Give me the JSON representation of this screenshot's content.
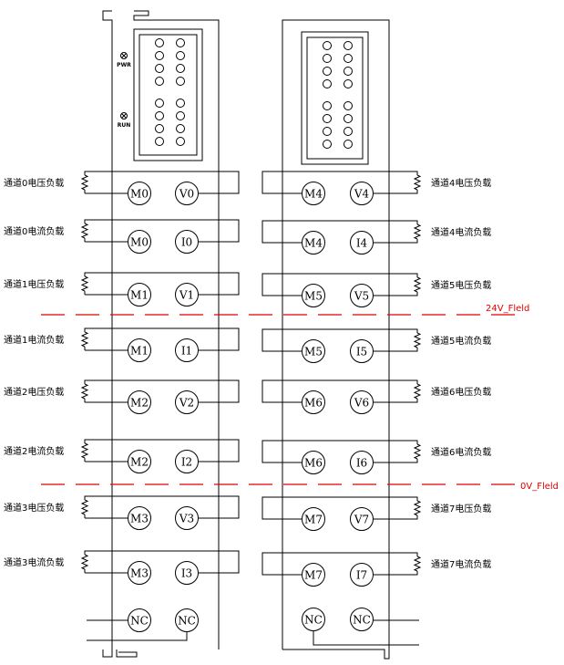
{
  "modules": {
    "left": {
      "indicators": [
        "PWR",
        "RUN"
      ],
      "rows": [
        {
          "label": "通道0电压负载",
          "m": "M0",
          "s": "V0"
        },
        {
          "label": "通道0电流负载",
          "m": "M0",
          "s": "I0"
        },
        {
          "label": "通道1电压负载",
          "m": "M1",
          "s": "V1"
        },
        {
          "label": "通道1电流负载",
          "m": "M1",
          "s": "I1"
        },
        {
          "label": "通道2电压负载",
          "m": "M2",
          "s": "V2"
        },
        {
          "label": "通道2电流负载",
          "m": "M2",
          "s": "I2"
        },
        {
          "label": "通道3电压负载",
          "m": "M3",
          "s": "V3"
        },
        {
          "label": "通道3电流负载",
          "m": "M3",
          "s": "I3"
        }
      ],
      "nc": [
        "NC",
        "NC"
      ]
    },
    "right": {
      "rows": [
        {
          "label": "通道4电压负载",
          "m": "M4",
          "s": "V4"
        },
        {
          "label": "通道4电流负载",
          "m": "M4",
          "s": "I4"
        },
        {
          "label": "通道5电压负载",
          "m": "M5",
          "s": "V5"
        },
        {
          "label": "通道5电流负载",
          "m": "M5",
          "s": "I5"
        },
        {
          "label": "通道6电压负载",
          "m": "M6",
          "s": "V6"
        },
        {
          "label": "通道6电流负载",
          "m": "M6",
          "s": "I6"
        },
        {
          "label": "通道7电压负载",
          "m": "M7",
          "s": "V7"
        },
        {
          "label": "通道7电流负载",
          "m": "M7",
          "s": "I7"
        }
      ],
      "nc": [
        "NC",
        "NC"
      ]
    }
  },
  "buses": {
    "v24": "24V_Fleld",
    "v0": "0V_Fleld"
  },
  "colors": {
    "line": "#000000",
    "bus": "#e00000"
  }
}
